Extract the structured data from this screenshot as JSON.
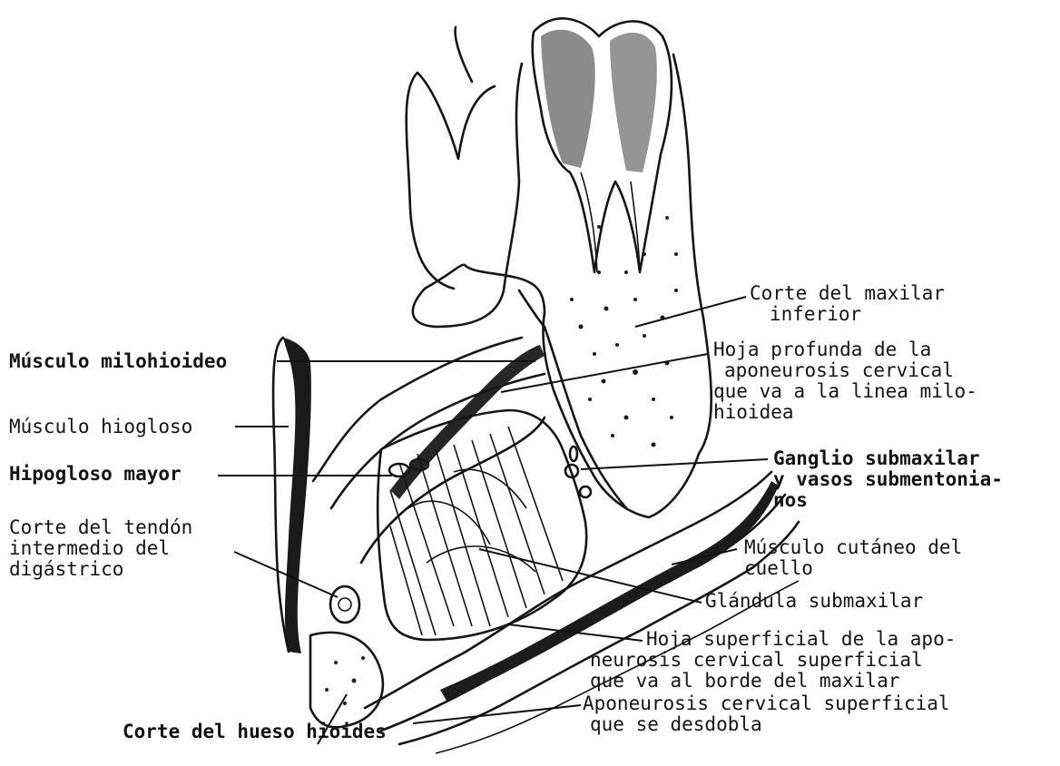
{
  "labels": {
    "corte_maxilar": [
      "Corte del maxilar",
      "inferior"
    ],
    "hoja_profunda": [
      "Hoja profunda de la",
      "aponeurosis cervical",
      "que va a la linea milo-",
      "hioidea"
    ],
    "musculo_milohioideo": "Músculo milohioideo",
    "musculo_hiogloso": "Músculo hiogloso",
    "hipogloso_mayor": "Hipogloso mayor",
    "ganglio": [
      "Ganglio submaxilar",
      "y vasos submentonia-",
      "nos"
    ],
    "corte_tendon": [
      "Corte del tendón",
      "intermedio  del",
      "digástrico"
    ],
    "musculo_cutaneo": [
      "Músculo cutáneo del",
      "cuello"
    ],
    "glandula": "Glándula submaxilar",
    "hoja_superficial": [
      "Hoja superficial de la apo-",
      "neurosis cervical superficial",
      "que va al borde del maxilar"
    ],
    "aponeurosis": [
      "Aponeurosis cervical superficial",
      "que se desdobla"
    ],
    "hueso_hioides": "Corte del hueso hioides"
  }
}
